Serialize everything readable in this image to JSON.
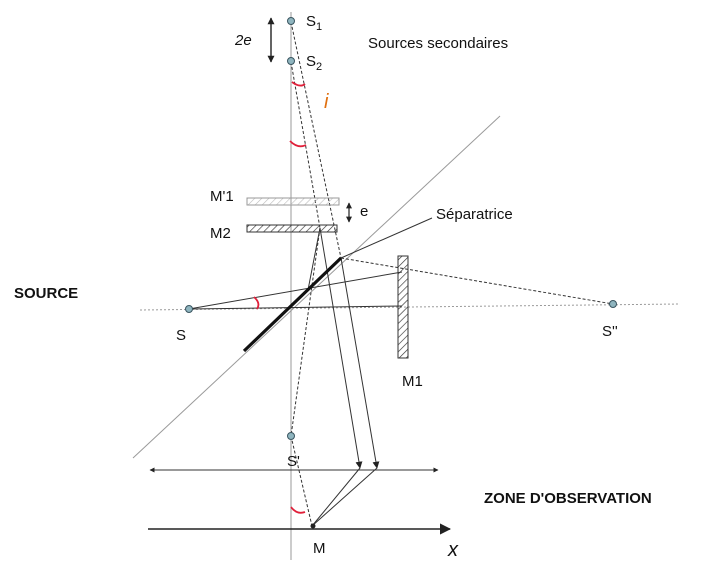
{
  "labels": {
    "s1": "S",
    "s1_sub": "1",
    "s2": "S",
    "s2_sub": "2",
    "two_e": "2e",
    "angle_i": "i",
    "sources_secondaires": "Sources secondaires",
    "m1_prime": "M'1",
    "m2": "M2",
    "e": "e",
    "separatrice": "Séparatrice",
    "source": "SOURCE",
    "s": "S",
    "s_double_prime": "S''",
    "m1": "M1",
    "s_prime": "S'",
    "zone_observation": "ZONE D'OBSERVATION",
    "m": "M",
    "x": "x"
  },
  "colors": {
    "line": "#333333",
    "guide": "#9a9a9a",
    "point_fill": "#8fb5bf",
    "point_stroke": "#3a5560",
    "angle_arc": "#e0203a",
    "angle_label": "#e07010"
  }
}
